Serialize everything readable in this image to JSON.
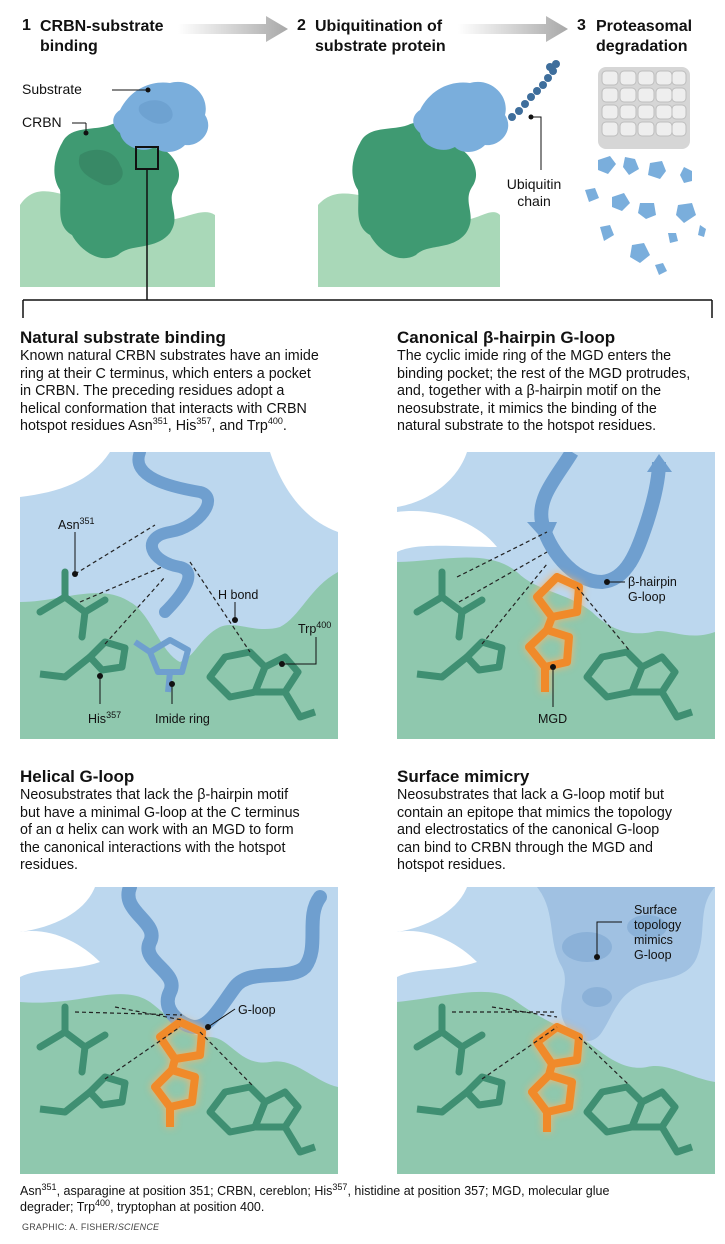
{
  "steps": [
    {
      "num": "1",
      "title_line1": "CRBN-substrate",
      "title_line2": "binding"
    },
    {
      "num": "2",
      "title_line1": "Ubiquitination of",
      "title_line2": "substrate protein"
    },
    {
      "num": "3",
      "title_line1": "Proteasomal",
      "title_line2": "degradation"
    }
  ],
  "top_labels": {
    "substrate": "Substrate",
    "crbn": "CRBN",
    "ubiquitin_line1": "Ubiquitin",
    "ubiquitin_line2": "chain"
  },
  "sections": {
    "natural": {
      "title": "Natural substrate binding",
      "lines": [
        "Known natural CRBN substrates have an imide",
        "ring at their C terminus, which enters a pocket",
        "in CRBN. The preceding residues adopt a",
        "helical conformation that interacts with CRBN"
      ],
      "last_line_pre": "hotspot residues Asn",
      "last_line_sup1": "351",
      "last_line_mid1": ", His",
      "last_line_sup2": "357",
      "last_line_mid2": ", and Trp",
      "last_line_sup3": "400",
      "last_line_end": ".",
      "labels": {
        "asn": "Asn",
        "asn_sup": "351",
        "his": "His",
        "his_sup": "357",
        "trp": "Trp",
        "trp_sup": "400",
        "hbond": "H bond",
        "imide": "Imide ring"
      }
    },
    "canonical": {
      "title_pre": "Canonical ",
      "title_beta": "β",
      "title_post": "-hairpin G-loop",
      "lines": [
        "The cyclic imide ring of the MGD enters the",
        "binding pocket; the rest of the MGD protrudes,",
        "and, together with a β-hairpin motif on the",
        "neosubstrate, it mimics the binding of the",
        "natural substrate to the hotspot residues."
      ],
      "labels": {
        "hairpin_line1": "β-hairpin",
        "hairpin_line2": "G-loop",
        "mgd": "MGD"
      }
    },
    "helical": {
      "title": "Helical G-loop",
      "lines": [
        "Neosubstrates that lack the β-hairpin motif",
        "but have a minimal G-loop at the C terminus",
        "of an α helix can work with an MGD to form",
        "the canonical interactions with the hotspot",
        "residues."
      ],
      "labels": {
        "gloop": "G-loop"
      }
    },
    "surface": {
      "title": "Surface mimicry",
      "lines": [
        "Neosubstrates that lack a G-loop motif but",
        "contain an epitope that mimics the topology",
        "and electrostatics of the canonical G-loop",
        "can bind to CRBN through the MGD and",
        "hotspot residues."
      ],
      "labels": {
        "l1": "Surface",
        "l2": "topology",
        "l3": "mimics",
        "l4": "G-loop"
      }
    }
  },
  "footer": {
    "line1_a": "Asn",
    "line1_sup1": "351",
    "line1_b": ", asparagine at position 351; CRBN, cereblon; His",
    "line1_sup2": "357",
    "line1_c": ", histidine at position 357; MGD, molecular glue",
    "line2_a": "degrader; Trp",
    "line2_sup": "400",
    "line2_b": ", tryptophan at position 400.",
    "credit_a": "GRAPHIC: A. FISHER/",
    "credit_b": "SCIENCE"
  },
  "colors": {
    "crbn_light": "#a9d8b8",
    "crbn_dark": "#3f9a72",
    "substrate_blue": "#7aaedc",
    "pocket_bg": "#bcd7ee",
    "cell_green": "#8fc8ae",
    "mgd_orange": "#f08a2a",
    "residue_green": "#3f8f72",
    "arrow_gray": "#a8a8a8"
  }
}
